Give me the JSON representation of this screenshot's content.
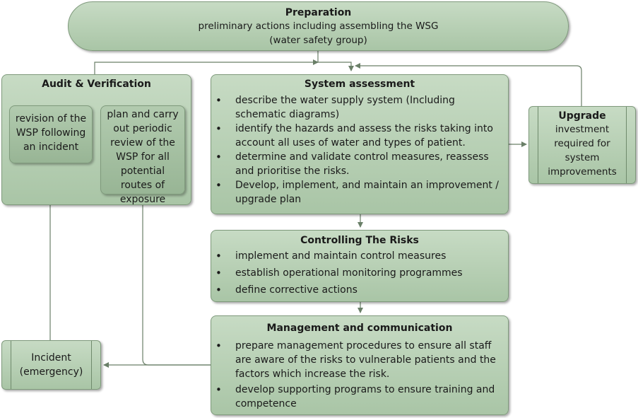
{
  "preparation": {
    "title": "Preparation",
    "line1": "preliminary actions including assembling the WSG",
    "line2": "(water safety group)"
  },
  "audit": {
    "title": "Audit & Verification",
    "revision": "revision of the WSP following an incident",
    "review": "plan and carry out periodic review of the WSP for all potential routes of exposure"
  },
  "system_assessment": {
    "title": "System assessment",
    "items": [
      "describe the water supply system (Including schematic diagrams)",
      "identify the hazards and assess the risks taking into account all uses of water and types of patient.",
      "determine and validate control measures, reassess and prioritise the risks.",
      "Develop, implement, and maintain an improvement / upgrade plan"
    ]
  },
  "upgrade": {
    "title": "Upgrade",
    "text": "investment required for system improvements"
  },
  "controlling": {
    "title": "Controlling The Risks",
    "items": [
      "implement and maintain control measures",
      "establish operational monitoring programmes",
      "define corrective actions"
    ]
  },
  "management": {
    "title": "Management and communication",
    "items": [
      "prepare management procedures to ensure all staff are aware of the risks to vulnerable patients and the factors which increase the risk.",
      "develop supporting programs to ensure training and competence"
    ]
  },
  "incident": {
    "line1": "Incident",
    "line2": "(emergency)"
  }
}
